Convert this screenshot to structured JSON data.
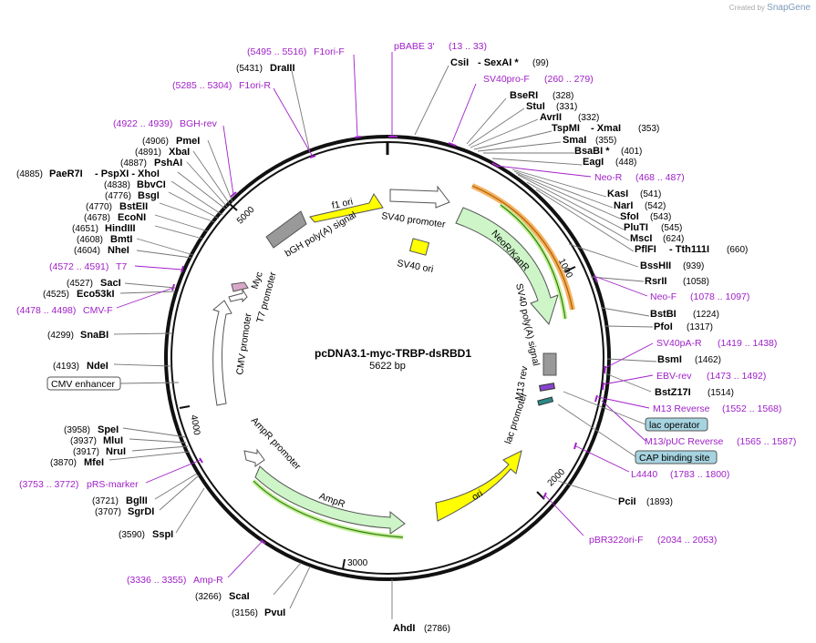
{
  "watermark": {
    "created_by": "Created by",
    "brand": "SnapGene"
  },
  "plasmid": {
    "name": "pcDNA3.1-myc-TRBP-dsRBD1",
    "size": "5622 bp"
  },
  "ruler": [
    "1000",
    "2000",
    "3000",
    "4000",
    "5000"
  ],
  "sites": [
    {
      "name": "CsiI",
      "extra": "- SexAI *",
      "pos": "(99)"
    },
    {
      "name": "BseRI",
      "pos": "(328)"
    },
    {
      "name": "StuI",
      "pos": "(331)"
    },
    {
      "name": "AvrII",
      "pos": "(332)"
    },
    {
      "name": "TspMI",
      "extra": "- XmaI",
      "pos": "(353)"
    },
    {
      "name": "SmaI",
      "pos": "(355)"
    },
    {
      "name": "BsaBI *",
      "pos": "(401)"
    },
    {
      "name": "EagI",
      "pos": "(448)"
    },
    {
      "name": "KasI",
      "pos": "(541)"
    },
    {
      "name": "NarI",
      "pos": "(542)"
    },
    {
      "name": "SfoI",
      "pos": "(543)"
    },
    {
      "name": "PluTI",
      "pos": "(545)"
    },
    {
      "name": "MscI",
      "pos": "(624)"
    },
    {
      "name": "PflFI",
      "extra": "- Tth111I",
      "pos": "(660)"
    },
    {
      "name": "BssHII",
      "pos": "(939)"
    },
    {
      "name": "RsrII",
      "pos": "(1058)"
    },
    {
      "name": "BstBI",
      "pos": "(1224)"
    },
    {
      "name": "PfoI",
      "pos": "(1317)"
    },
    {
      "name": "BsmI",
      "pos": "(1462)"
    },
    {
      "name": "BstZ17I",
      "pos": "(1514)"
    },
    {
      "name": "PciI",
      "pos": "(1893)"
    },
    {
      "name": "AhdI",
      "pos": "(2786)"
    },
    {
      "name": "PvuI",
      "pos": "(3156)"
    },
    {
      "name": "ScaI",
      "pos": "(3266)"
    },
    {
      "name": "SspI",
      "pos": "(3590)"
    },
    {
      "name": "SgrDI",
      "pos": "(3707)"
    },
    {
      "name": "BglII",
      "pos": "(3721)"
    },
    {
      "name": "MfeI",
      "pos": "(3870)"
    },
    {
      "name": "NruI",
      "pos": "(3917)"
    },
    {
      "name": "MluI",
      "pos": "(3937)"
    },
    {
      "name": "SpeI",
      "pos": "(3958)"
    },
    {
      "name": "NdeI",
      "pos": "(4193)"
    },
    {
      "name": "SnaBI",
      "pos": "(4299)"
    },
    {
      "name": "Eco53kI",
      "pos": "(4525)"
    },
    {
      "name": "SacI",
      "pos": "(4527)"
    },
    {
      "name": "NheI",
      "pos": "(4604)"
    },
    {
      "name": "BmtI",
      "pos": "(4608)"
    },
    {
      "name": "HindIII",
      "pos": "(4651)"
    },
    {
      "name": "EcoNI",
      "pos": "(4678)"
    },
    {
      "name": "BstEII",
      "pos": "(4770)"
    },
    {
      "name": "BsgI",
      "pos": "(4776)"
    },
    {
      "name": "BbvCI",
      "pos": "(4838)"
    },
    {
      "name": "PaeR7I",
      "extra": "- PspXI - XhoI",
      "pos": "(4885)"
    },
    {
      "name": "PshAI",
      "pos": "(4887)"
    },
    {
      "name": "XbaI",
      "pos": "(4891)"
    },
    {
      "name": "PmeI",
      "pos": "(4906)"
    },
    {
      "name": "DraIII",
      "pos": "(5431)"
    }
  ],
  "primers": [
    {
      "name": "pBABE 3'",
      "range": "(13 .. 33)"
    },
    {
      "name": "SV40pro-F",
      "range": "(260 .. 279)"
    },
    {
      "name": "Neo-R",
      "range": "(468 .. 487)"
    },
    {
      "name": "Neo-F",
      "range": "(1078 .. 1097)"
    },
    {
      "name": "SV40pA-R",
      "range": "(1419 .. 1438)"
    },
    {
      "name": "EBV-rev",
      "range": "(1473 .. 1492)"
    },
    {
      "name": "M13 Reverse",
      "range": "(1552 .. 1568)"
    },
    {
      "name": "M13/pUC Reverse",
      "range": "(1565 .. 1587)"
    },
    {
      "name": "L4440",
      "range": "(1783 .. 1800)"
    },
    {
      "name": "pBR322ori-F",
      "range": "(2034 .. 2053)"
    },
    {
      "name": "Amp-R",
      "range": "(3336 .. 3355)"
    },
    {
      "name": "pRS-marker",
      "range": "(3753 .. 3772)"
    },
    {
      "name": "CMV-F",
      "range": "(4478 .. 4498)"
    },
    {
      "name": "T7",
      "range": "(4572 .. 4591)"
    },
    {
      "name": "BGH-rev",
      "range": "(4922 .. 4939)"
    },
    {
      "name": "F1ori-R",
      "range": "(5285 .. 5304)"
    },
    {
      "name": "F1ori-F",
      "range": "(5495 .. 5516)"
    }
  ],
  "boxed_features": [
    "lac operator",
    "CAP binding site",
    "CMV enhancer"
  ],
  "features": [
    {
      "name": "f1 ori"
    },
    {
      "name": "SV40 promoter"
    },
    {
      "name": "SV40 ori"
    },
    {
      "name": "NeoR/KanR"
    },
    {
      "name": "SV40 poly(A) signal"
    },
    {
      "name": "M13 rev"
    },
    {
      "name": "lac promoter"
    },
    {
      "name": "ori"
    },
    {
      "name": "AmpR"
    },
    {
      "name": "AmpR promoter"
    },
    {
      "name": "CMV promoter"
    },
    {
      "name": "T7 promoter"
    },
    {
      "name": "Myc"
    },
    {
      "name": "bGH poly(A) signal"
    }
  ],
  "colors": {
    "primer": "#a020c8",
    "ori": "#ffff00",
    "resistance": "#cdf5c8",
    "orf_outline": "#ff9a00",
    "gray": "#999999",
    "boxed": "#a6d3e0"
  }
}
